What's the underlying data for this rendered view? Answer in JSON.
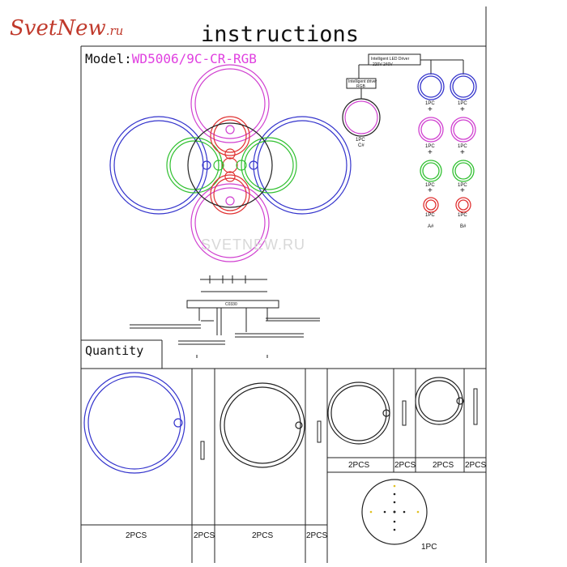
{
  "brand": {
    "name": "SvetNew",
    "suffix": ".ru",
    "watermark": "SVETNEW.RU"
  },
  "header": {
    "title": "instructions",
    "model_label": "Model:",
    "model_value": "WD5006/9C-CR-RGB"
  },
  "wiring": {
    "driver_label_1": "Intelligent LED Driver",
    "driver_label_2": "220V  240V",
    "driver_small_1": "Intelligent driver",
    "driver_small_2": "RGB",
    "center_count": "1PC",
    "center_tag": "C#",
    "chain_count": "1PC",
    "plus": "+",
    "chain_a_tag": "A#",
    "chain_b_tag": "B#"
  },
  "canopy": {
    "code": "C0330"
  },
  "quantity": {
    "heading": "Quantity",
    "items": [
      {
        "count": "2PCS"
      },
      {
        "count": "2PCS"
      },
      {
        "count": "2PCS"
      },
      {
        "count": "2PCS"
      },
      {
        "count": "2PCS"
      },
      {
        "count": "2PCS"
      },
      {
        "count": "2PCS"
      },
      {
        "count": "2PCS"
      },
      {
        "count": "1PC"
      }
    ]
  },
  "colors": {
    "blue": "#3333cc",
    "magenta": "#d040d0",
    "green": "#30c030",
    "red": "#e03030",
    "dark": "#222222"
  }
}
